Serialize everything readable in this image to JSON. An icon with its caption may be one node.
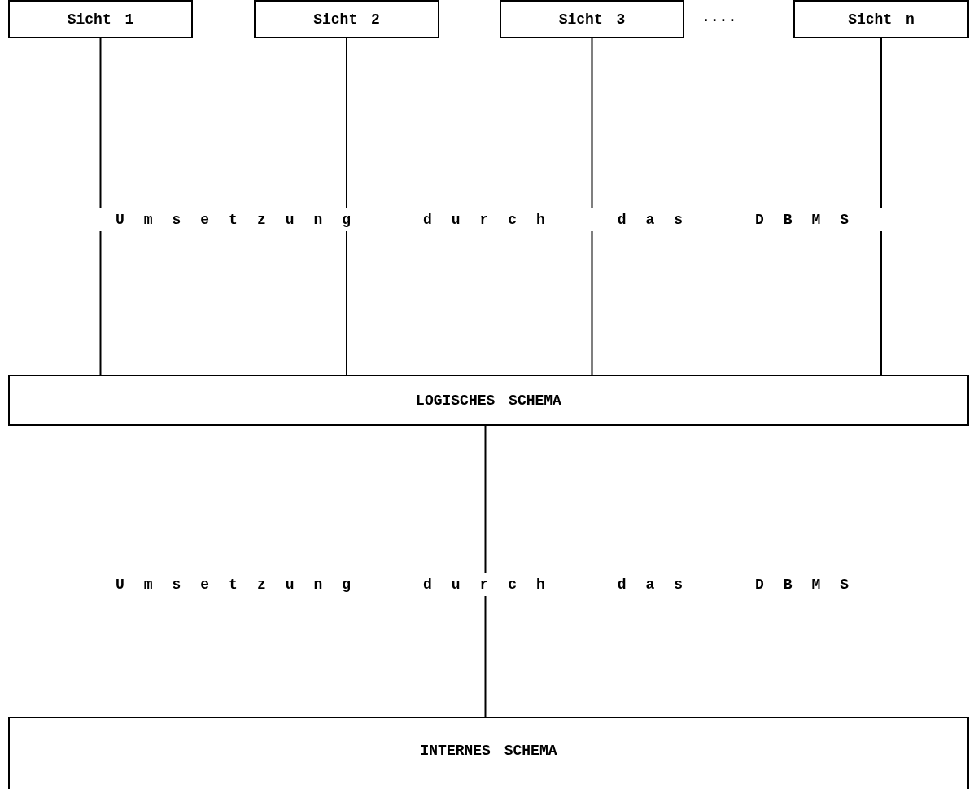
{
  "diagram": {
    "nodes": [
      {
        "text": [
          "Sicht 1"
        ]
      },
      {
        "text": [
          "Sicht 2"
        ]
      },
      {
        "text": [
          "Sicht 3"
        ]
      },
      {
        "text": [
          "Sicht n"
        ]
      },
      {
        "text": [
          "LOGISCHES SCHEMA"
        ]
      },
      {
        "text": [
          "INTERNES SCHEMA"
        ]
      }
    ],
    "edges": [
      {
        "from": 0,
        "to": 4,
        "arrow": "none"
      },
      {
        "from": 1,
        "to": 4,
        "arrow": "none"
      },
      {
        "from": 2,
        "to": 4,
        "arrow": "none"
      },
      {
        "from": 3,
        "to": 4,
        "arrow": "none"
      },
      {
        "from": 4,
        "to": 5,
        "arrow": "none"
      }
    ],
    "labels": [
      "....",
      "Umsetzung durch das DBMS",
      "Umsetzung durch das DBMS"
    ]
  }
}
